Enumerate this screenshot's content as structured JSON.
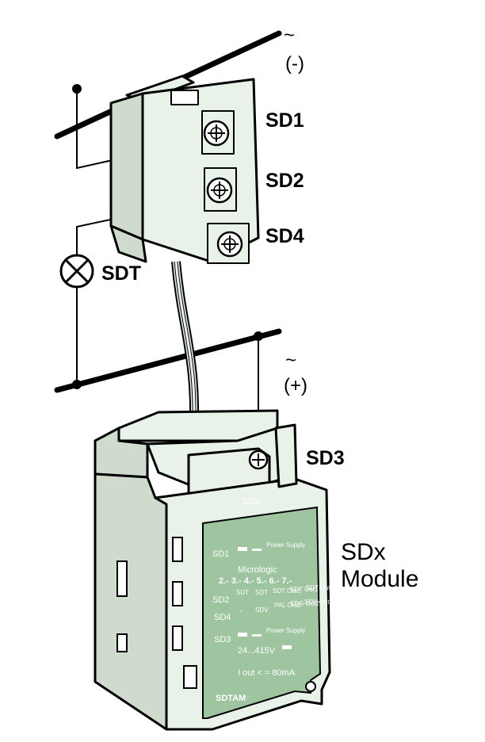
{
  "terminals": {
    "sd1": "SD1",
    "sd2": "SD2",
    "sd3": "SD3",
    "sd4": "SD4"
  },
  "lamp": {
    "label": "SDT"
  },
  "supply": {
    "neg_tilde": "~",
    "neg_label": "(-)",
    "pos_tilde": "~",
    "pos_label": "(+)"
  },
  "module": {
    "label_line1": "SDx",
    "label_line2": "Module",
    "plate": {
      "sd3_top": "SD3",
      "sd1": "SD1",
      "power_supply_1": "Power Supply",
      "micrologic": "Micrologic",
      "versions": "2.- 3.- 4.- 5.- 6.- 7.-",
      "sd2": "SD2",
      "sd2_sdt": "SDT",
      "sd2_sdt2": "SDT",
      "sd2_out1a": "SDT Out1",
      "sd2_out1b": "SDT Out1",
      "sd2_out1c": "SDT Out1",
      "sd4": "SD4",
      "sd4_dash": "-",
      "sd4_sdv": "SDV",
      "sd4_pal": "PAL Out2",
      "sd4_sdg": "SDG Out2",
      "sd4_sdv2": "SDV Out2",
      "sd3": "SD3",
      "power_supply_2": "Power Supply",
      "voltage": "24...415V",
      "iout": "I out < = 80mA",
      "name": "SDTAM"
    }
  },
  "colors": {
    "housing": "#e9f2e8",
    "housing_shade": "#cfdccd",
    "plate": "#9ec4a0",
    "line": "#000000"
  }
}
